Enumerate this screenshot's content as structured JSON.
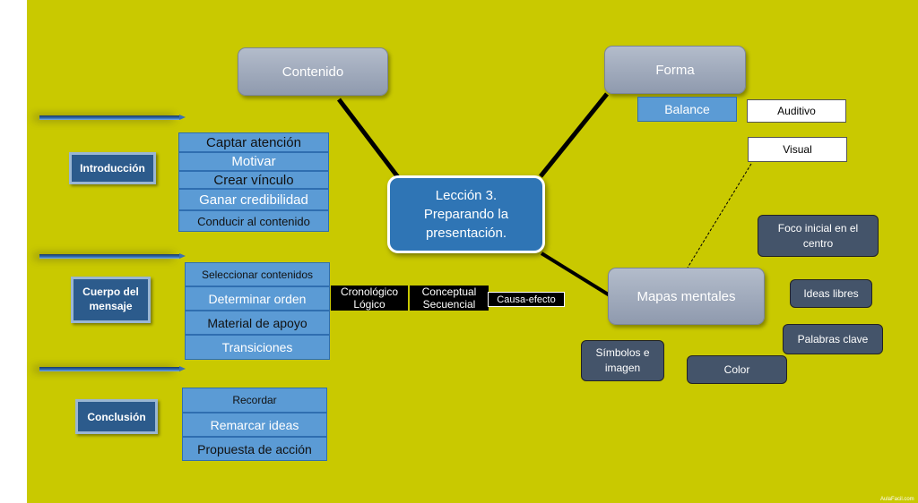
{
  "branches": {
    "contenido": "Contenido",
    "forma": "Forma",
    "mapas": "Mapas mentales",
    "center": "Lección 3.\nPreparando la\npresentación."
  },
  "intro": {
    "label": "Introducción",
    "items": [
      "Captar atención",
      "Motivar",
      "Crear vínculo",
      "Ganar credibilidad",
      "Conducir al contenido"
    ]
  },
  "cuerpo": {
    "label": "Cuerpo del mensaje",
    "items": [
      "Seleccionar contenidos",
      "Determinar orden",
      "Material de apoyo",
      "Transiciones"
    ],
    "order_types": [
      "Cronológico",
      "Conceptual",
      "Lógico",
      "Secuencial"
    ],
    "causa": "Causa-efecto"
  },
  "conclusion": {
    "label": "Conclusión",
    "items": [
      "Recordar",
      "Remarcar ideas",
      "Propuesta de acción"
    ]
  },
  "forma": {
    "balance": "Balance",
    "auditivo": "Auditivo",
    "visual": "Visual"
  },
  "mapas": {
    "foco": "Foco inicial en el centro",
    "ideas": "Ideas libres",
    "palabras": "Palabras clave",
    "color": "Color",
    "simbolos": "Símbolos e imagen"
  },
  "watermark": "AulaFacil.com",
  "colors": {
    "background": "#c9c900",
    "cell_blue": "#5b9bd5",
    "label_navy": "#2c5b8c",
    "dark_node": "#44546a"
  }
}
